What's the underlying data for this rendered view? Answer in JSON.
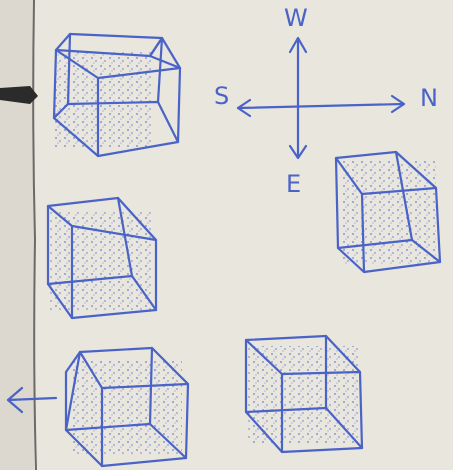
{
  "compass": {
    "north": "N",
    "south": "S",
    "east": "E",
    "west": "W"
  },
  "ink_color": "#4a63c7",
  "paper_color": "#e9e6de",
  "icons": [
    "cube-icon",
    "arrow-left-icon",
    "compass-rose-icon"
  ]
}
